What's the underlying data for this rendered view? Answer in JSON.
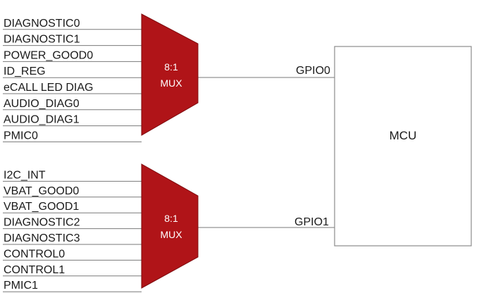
{
  "colors": {
    "mux_fill": "#b01418",
    "mux_stroke": "#7e0b0e",
    "mcu_border": "#8c8c8c",
    "wire": "#7a7a7a"
  },
  "mux_groups": [
    {
      "ratio": "8:1",
      "type": "MUX",
      "inputs": [
        "DIAGNOSTIC0",
        "DIAGNOSTIC1",
        "POWER_GOOD0",
        "ID_REG",
        "eCALL LED DIAG",
        "AUDIO_DIAG0",
        "AUDIO_DIAG1",
        "PMIC0"
      ],
      "output": "GPIO0"
    },
    {
      "ratio": "8:1",
      "type": "MUX",
      "inputs": [
        "I2C_INT",
        "VBAT_GOOD0",
        "VBAT_GOOD1",
        "DIAGNOSTIC2",
        "DIAGNOSTIC3",
        "CONTROL0",
        "CONTROL1",
        "PMIC1"
      ],
      "output": "GPIO1"
    }
  ],
  "mcu": {
    "label": "MCU"
  }
}
